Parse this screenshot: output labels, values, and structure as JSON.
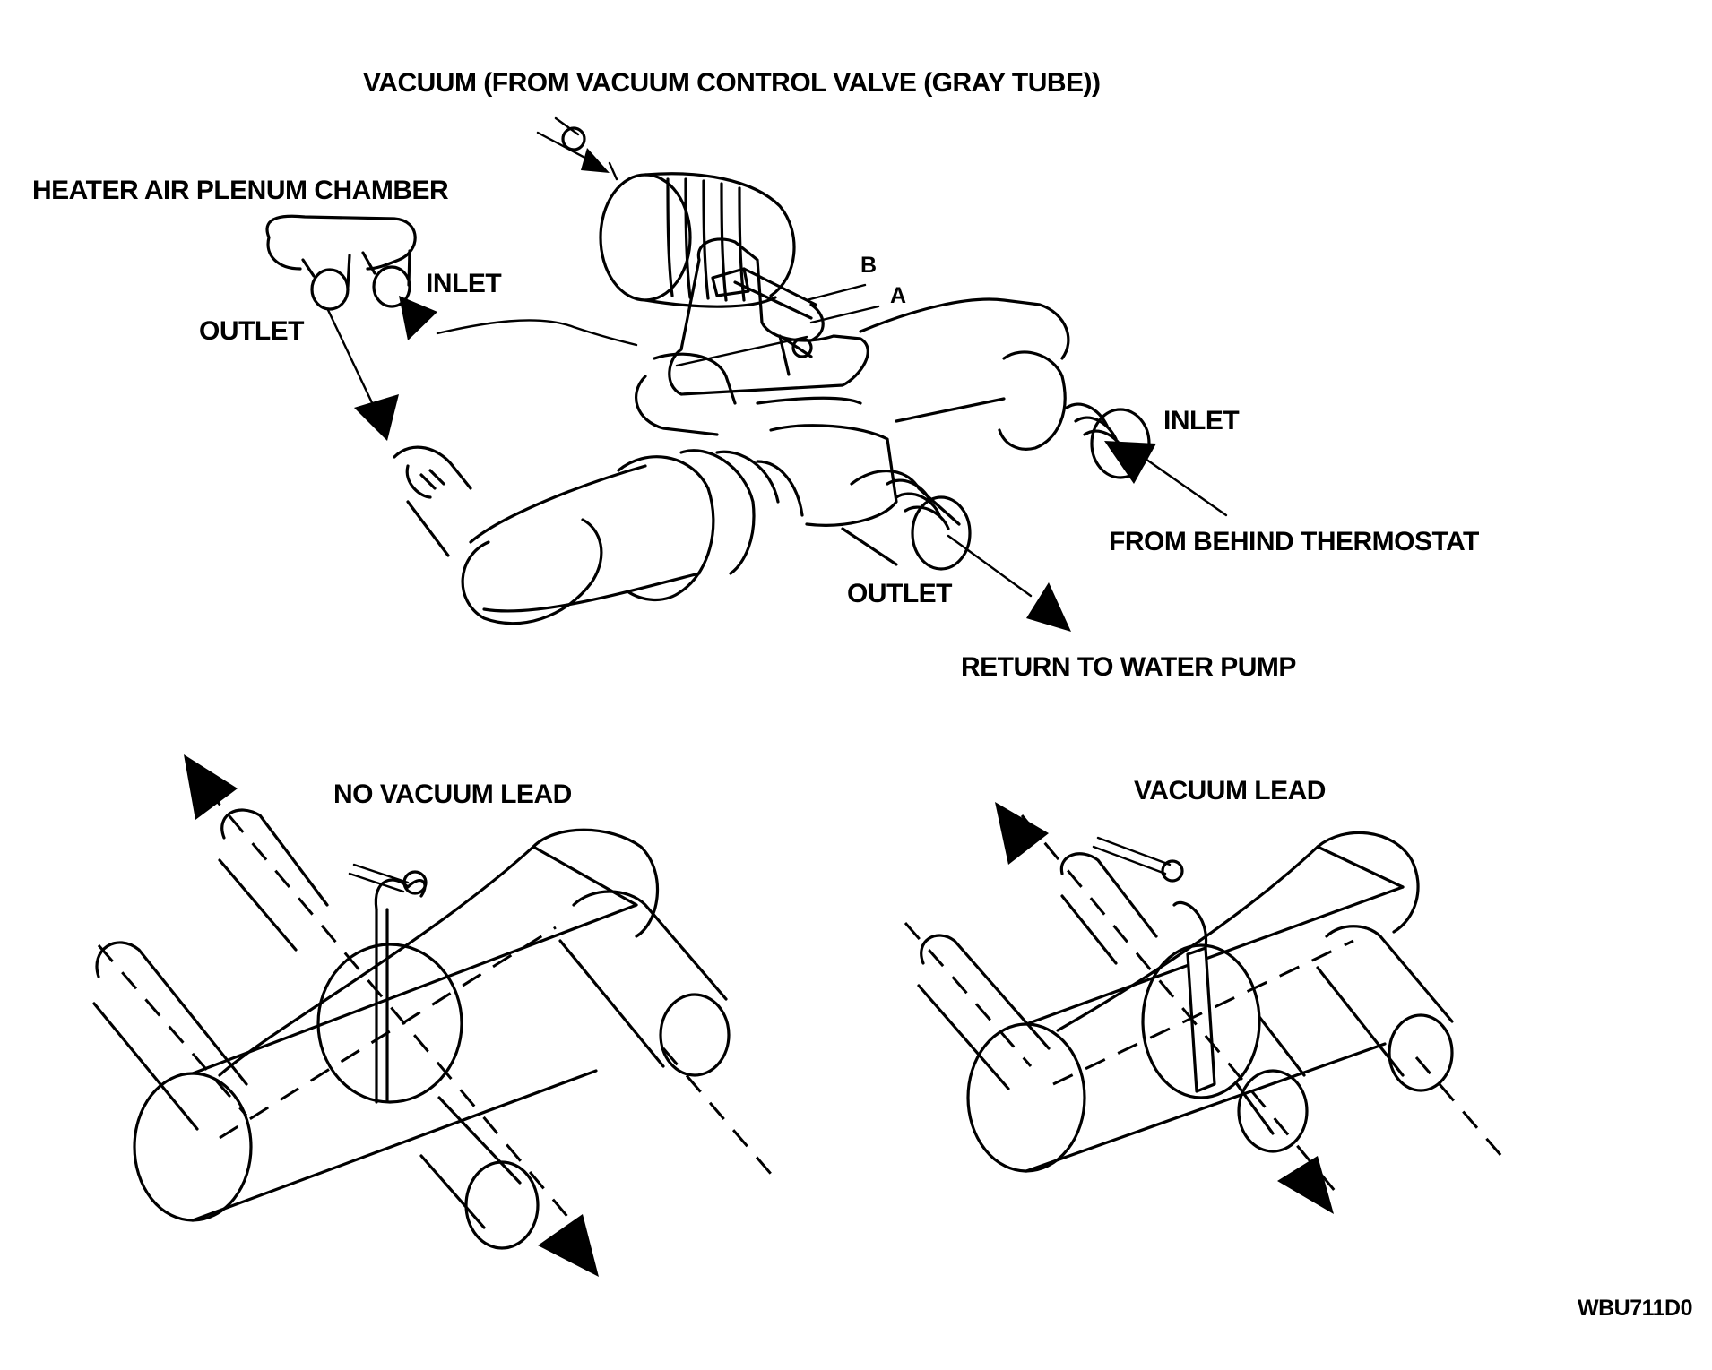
{
  "labels": {
    "vacuum_source": "VACUUM (FROM VACUUM CONTROL VALVE (GRAY TUBE))",
    "plenum": "HEATER AIR PLENUM CHAMBER",
    "plenum_inlet": "INLET",
    "plenum_outlet": "OUTLET",
    "mark_b": "B",
    "mark_a": "A",
    "valve_inlet": "INLET",
    "from_thermostat": "FROM BEHIND THERMOSTAT",
    "valve_outlet": "OUTLET",
    "return_pump": "RETURN TO WATER PUMP",
    "no_vacuum": "NO VACUUM LEAD",
    "vacuum": "VACUUM LEAD",
    "figure_code": "WBU711D0"
  }
}
